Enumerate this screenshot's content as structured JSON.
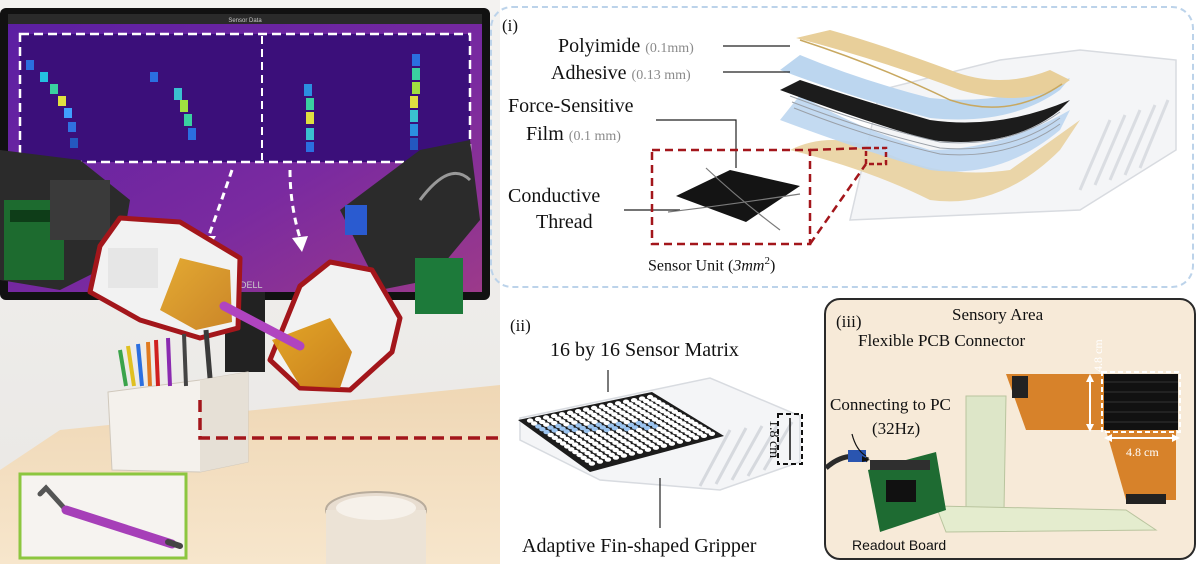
{
  "panel_i": {
    "tag": "(i)",
    "layers": [
      {
        "name": "Polyimide",
        "dim": "(0.1mm)"
      },
      {
        "name": "Adhesive",
        "dim": "(0.13 mm)"
      },
      {
        "name_line1": "Force-Sensitive",
        "name_line2": "Film",
        "dim": "(0.1 mm)"
      }
    ],
    "thread_line1": "Conductive",
    "thread_line2": "Thread",
    "sensor_unit": "Sensor Unit (",
    "sensor_unit_math": "3mm",
    "sensor_unit_exp": "2",
    "sensor_unit_close": ")"
  },
  "panel_ii": {
    "tag": "(ii)",
    "matrix_label": "16 by 16 Sensor Matrix",
    "gripper_label": "Adaptive Fin-shaped Gripper",
    "height_label": "1.8 cm",
    "grid_size": 16
  },
  "panel_iii": {
    "tag": "(iii)",
    "sensory_area": "Sensory Area",
    "fpc_connector": "Flexible PCB Connector",
    "connecting_pc_line1": "Connecting to PC",
    "connecting_pc_line2": "(32Hz)",
    "dim_vertical": "4.8 cm",
    "dim_horizontal": "4.8 cm",
    "readout_board": "Readout Board"
  },
  "photo": {
    "monitor_title": "Sensor Data",
    "monitor_brand": "DELL"
  },
  "colors": {
    "highlight_red": "#a3161b",
    "panel_border_blue": "#bcd3ea",
    "tool_box_green": "#8cc63f",
    "monitor_purple": "#6b21a8",
    "film_tan": "#e8cf9a",
    "adhesive_blue": "#bcd6ef"
  }
}
